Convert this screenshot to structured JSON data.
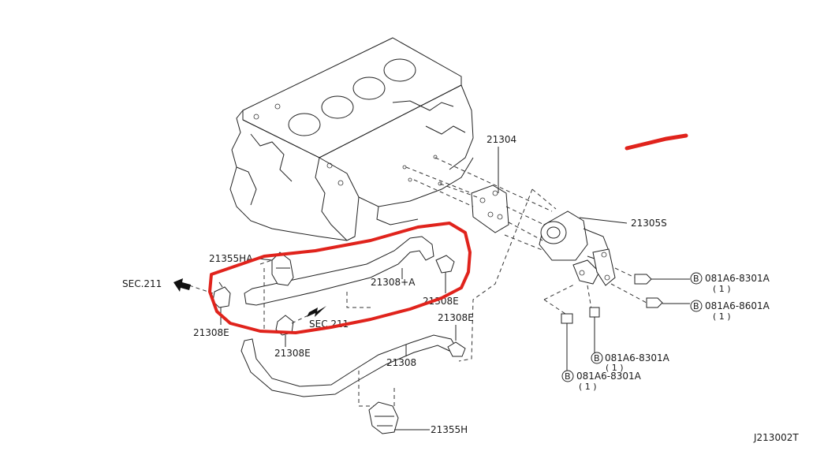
{
  "labels": {
    "p21304": "21304",
    "p21305S": "21305S",
    "p21355HA": "21355HA",
    "p21308A": "21308+A",
    "p21308E_a": "21308E",
    "p21308E_b": "21308E",
    "p21308E_c": "21308E",
    "p21308E_d": "21308E",
    "p21308": "21308",
    "p21355H": "21355H",
    "sec211_a": "SEC.211",
    "sec211_b": "SEC.211",
    "bolt1_num": "081A6-8301A",
    "bolt1_qty": "( 1 )",
    "bolt2_num": "081A6-8601A",
    "bolt2_qty": "( 1 )",
    "bolt3_num": "081A6-8301A",
    "bolt3_qty": "( 1 )",
    "bolt4_num": "081A6-8301A",
    "bolt4_qty": "( 1 )",
    "bolt_symbol": "B",
    "diagram_id": "J213002T"
  },
  "colors": {
    "line": "#222222",
    "highlight": "#e0231c"
  }
}
